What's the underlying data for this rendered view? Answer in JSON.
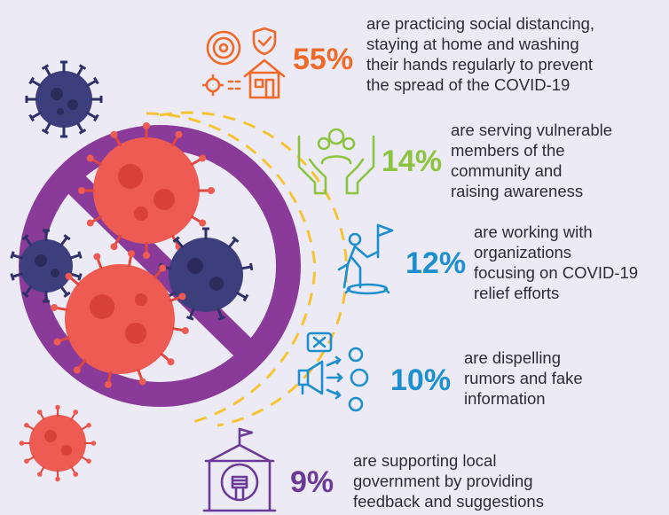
{
  "colors": {
    "background": "#ecebf5",
    "orange": "#ef6a2a",
    "green": "#8cc43f",
    "blue": "#1d8fce",
    "purple": "#6b3a96",
    "virus_red": "#ee5b52",
    "virus_navy": "#3d3f7d",
    "ban_purple": "#8a3a98",
    "dash_yellow": "#f6c335",
    "text": "#2c2c35"
  },
  "stats": [
    {
      "percent": "55%",
      "color": "orange",
      "icon": "virus-shield-home-icon",
      "lines": [
        "are practicing social distancing,",
        "staying at home and washing",
        "their hands regularly to prevent",
        "the spread of the COVID-19"
      ]
    },
    {
      "percent": "14%",
      "color": "green",
      "icon": "hands-community-icon",
      "lines": [
        "are serving vulnerable",
        "members of the",
        "community and",
        "raising awareness"
      ]
    },
    {
      "percent": "12%",
      "color": "blue",
      "icon": "person-flag-icon",
      "lines": [
        "are working with",
        "organizations",
        "focusing on COVID-19",
        "relief efforts"
      ]
    },
    {
      "percent": "10%",
      "color": "blue",
      "icon": "megaphone-broadcast-icon",
      "lines": [
        "are dispelling",
        "rumors and fake",
        "information"
      ]
    },
    {
      "percent": "9%",
      "color": "purple",
      "icon": "government-fist-icon",
      "lines": [
        "are supporting local",
        "government by providing",
        "feedback and suggestions"
      ]
    }
  ]
}
